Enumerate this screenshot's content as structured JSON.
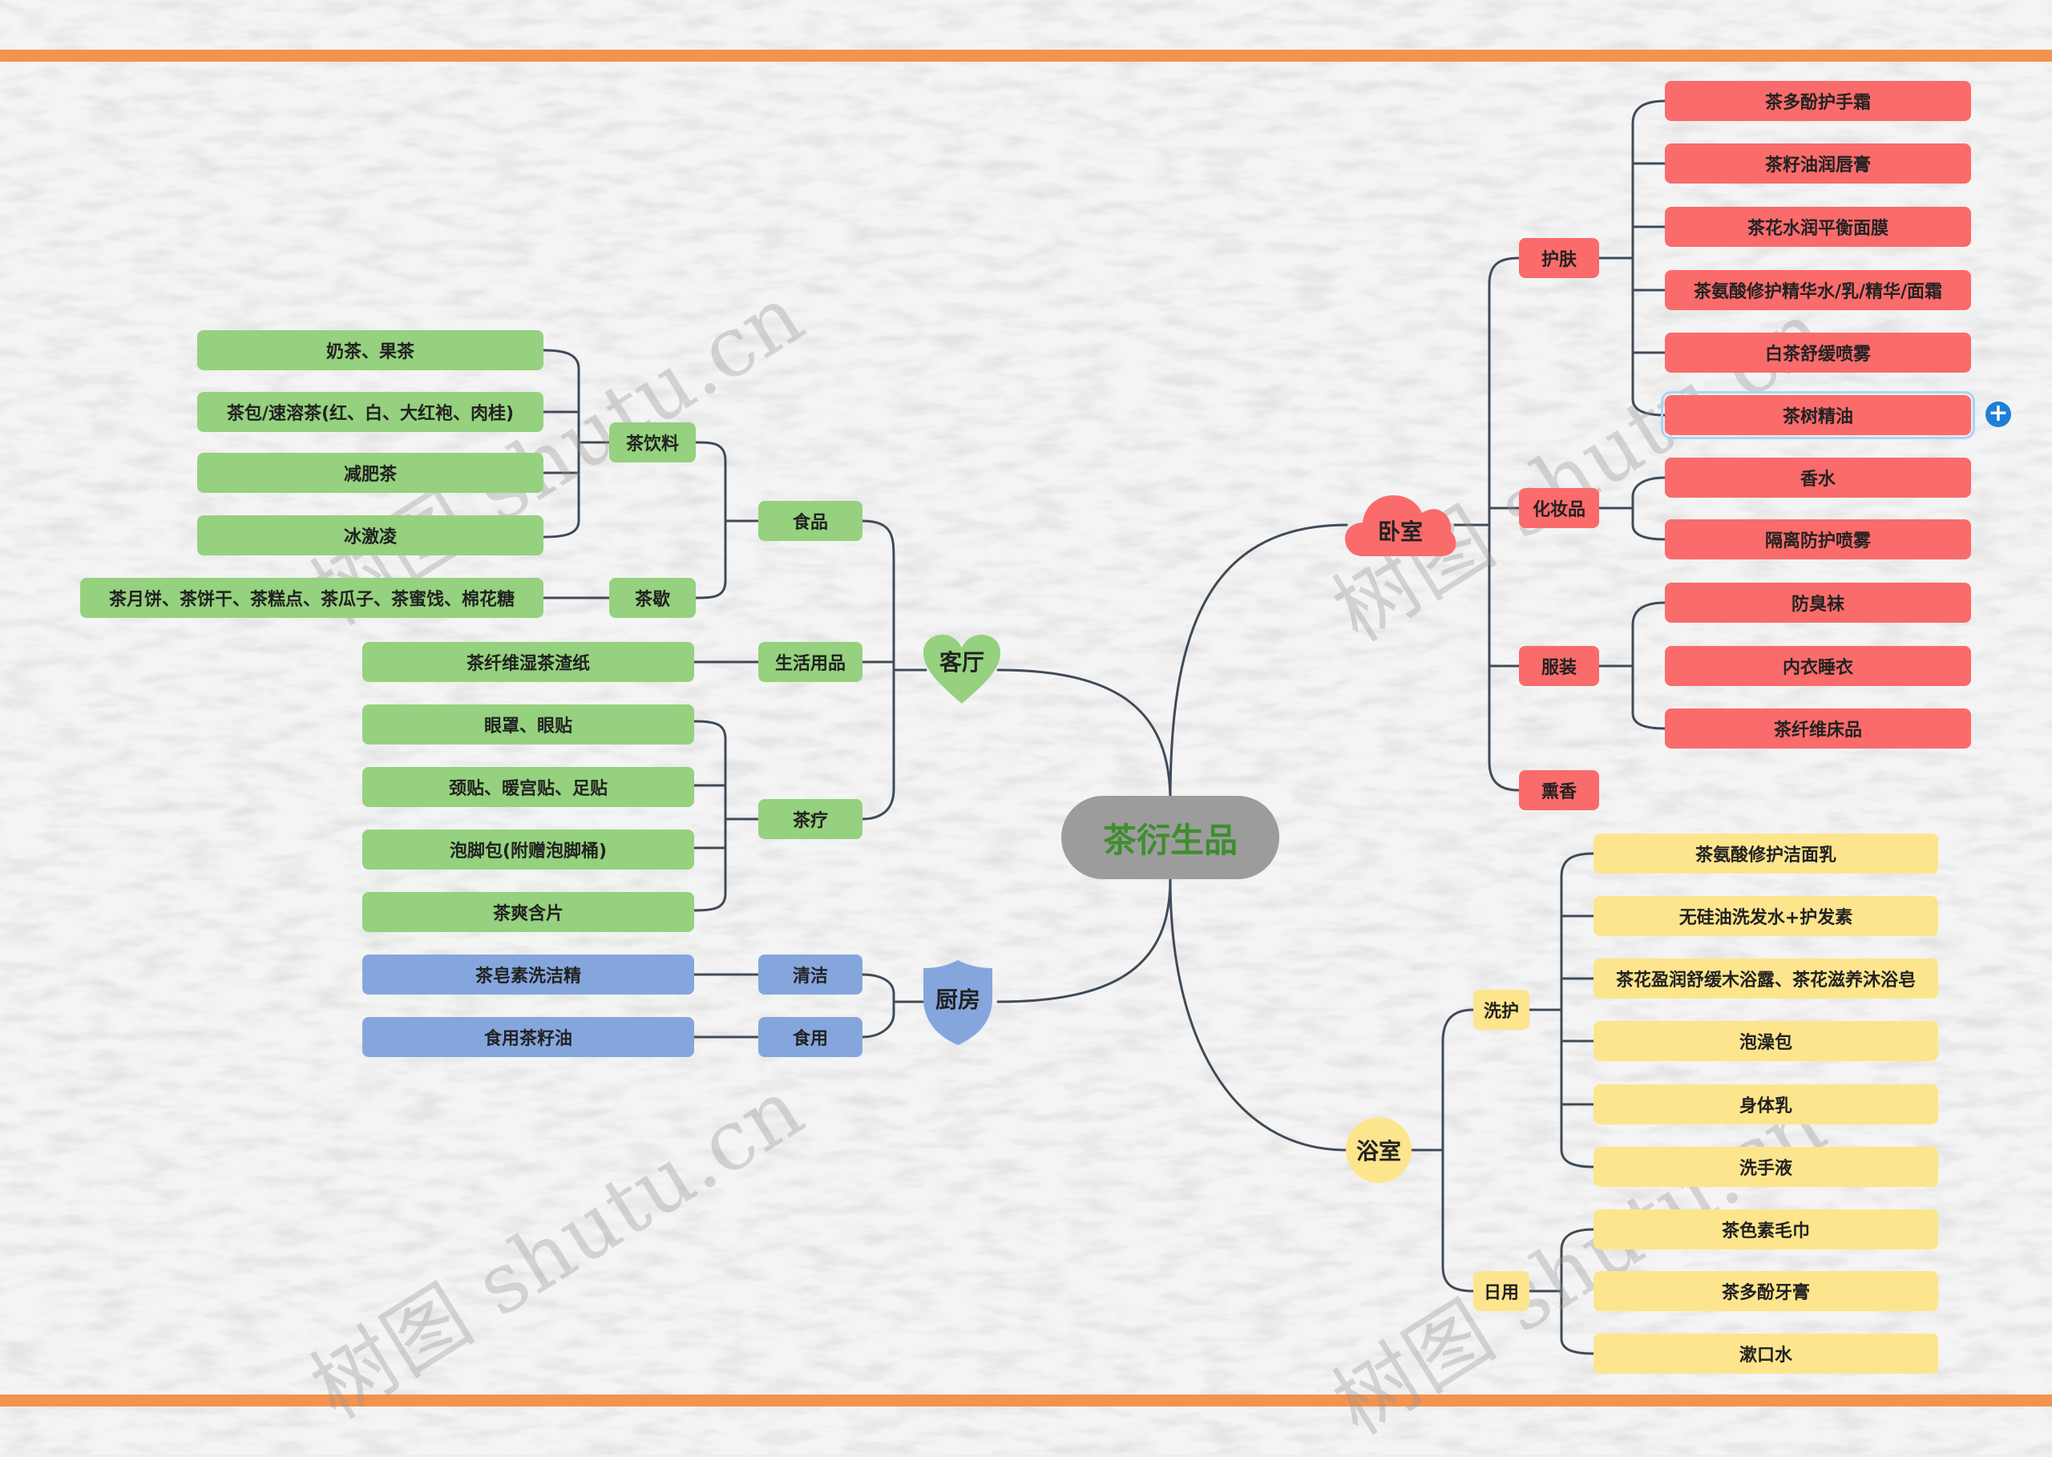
{
  "root": "茶衍生品",
  "watermark": "树图 shutu.cn",
  "colors": {
    "green": "#95d17e",
    "red": "#fa6b6b",
    "yellow": "#fde58d",
    "blue": "#85a6dd",
    "root": "#9c9c9c",
    "root_text": "#3e8e2f",
    "stripe": "#f2934f",
    "link": "#3f4b57"
  },
  "icons": {
    "expand": "plus-icon"
  },
  "living_room": {
    "label": "客厅",
    "food": {
      "label": "食品",
      "drinks": {
        "label": "茶饮料",
        "items": [
          "奶茶、果茶",
          "茶包/速溶茶(红、白、大红袍、肉桂)",
          "减肥茶",
          "冰激凌"
        ]
      },
      "snacks": {
        "label": "茶歇",
        "items": [
          "茶月饼、茶饼干、茶糕点、茶瓜子、茶蜜饯、棉花糖"
        ]
      }
    },
    "daily": {
      "label": "生活用品",
      "items": [
        "茶纤维湿茶渣纸"
      ]
    },
    "therapy": {
      "label": "茶疗",
      "items": [
        "眼罩、眼贴",
        "颈贴、暖宫贴、足贴",
        "泡脚包(附赠泡脚桶)",
        "茶爽含片"
      ]
    }
  },
  "kitchen": {
    "label": "厨房",
    "cleaning": {
      "label": "清洁",
      "items": [
        "茶皂素洗洁精"
      ]
    },
    "edible": {
      "label": "食用",
      "items": [
        "食用茶籽油"
      ]
    }
  },
  "bedroom": {
    "label": "卧室",
    "skincare": {
      "label": "护肤",
      "items": [
        "茶多酚护手霜",
        "茶籽油润唇膏",
        "茶花水润平衡面膜",
        "茶氨酸修护精华水/乳/精华/面霜",
        "白茶舒缓喷雾",
        "茶树精油"
      ]
    },
    "cosmetics": {
      "label": "化妆品",
      "items": [
        "香水",
        "隔离防护喷雾"
      ]
    },
    "clothing": {
      "label": "服装",
      "items": [
        "防臭袜",
        "内衣睡衣",
        "茶纤维床品"
      ]
    },
    "incense": {
      "label": "熏香"
    }
  },
  "bathroom": {
    "label": "浴室",
    "wash": {
      "label": "洗护",
      "items": [
        "茶氨酸修护洁面乳",
        "无硅油洗发水+护发素",
        "茶花盈润舒缓木浴露、茶花滋养沐浴皂",
        "泡澡包",
        "身体乳",
        "洗手液"
      ]
    },
    "daily": {
      "label": "日用",
      "items": [
        "茶色素毛巾",
        "茶多酚牙膏",
        "漱口水"
      ]
    }
  }
}
